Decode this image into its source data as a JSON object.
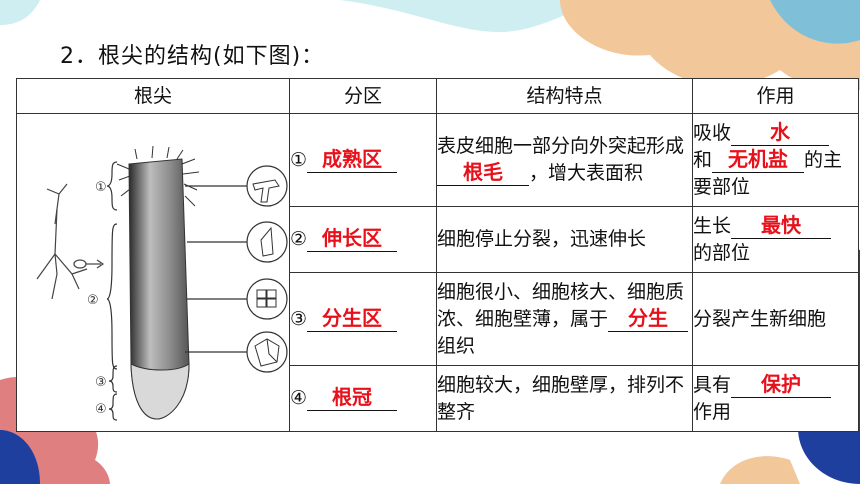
{
  "title": "2．根尖的结构(如下图)：",
  "table": {
    "headers": [
      "根尖",
      "分区",
      "结构特点",
      "作用"
    ],
    "rows": [
      {
        "marker": "①",
        "zone": "成熟区",
        "feature_1": "表皮细胞一部分向外突起形成",
        "feature_blank": "根毛",
        "feature_2": "，增大表面积",
        "func_1": "吸收",
        "func_blank_1": "水",
        "func_2": "和",
        "func_blank_2": "无机盐",
        "func_3": "的主要部位"
      },
      {
        "marker": "②",
        "zone": "伸长区",
        "feature": "细胞停止分裂，迅速伸长",
        "func_1": "生长",
        "func_blank": "最快",
        "func_2": "的部位"
      },
      {
        "marker": "③",
        "zone": "分生区",
        "feature_1": "细胞很小、细胞核大、细胞质浓、细胞壁薄，属于",
        "feature_blank": "分生",
        "feature_2": "组织",
        "func": "分裂产生新细胞"
      },
      {
        "marker": "④",
        "zone": "根冠",
        "feature": "细胞较大，细胞壁厚，排列不整齐",
        "func_1": "具有",
        "func_blank": "保护",
        "func_2": "作用"
      }
    ]
  },
  "diagram_labels": [
    "①",
    "②",
    "③",
    "④"
  ],
  "colors": {
    "answer": "#e8101a",
    "deco_blue": "#1f3f9e",
    "deco_peach": "#f2c79a",
    "deco_red": "#e07f7f",
    "deco_teal": "#b7e3e9"
  }
}
